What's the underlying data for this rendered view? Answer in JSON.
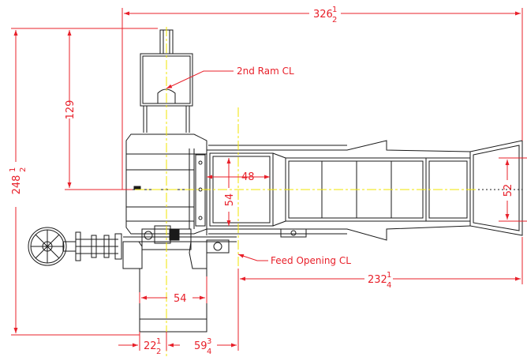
{
  "colors": {
    "dimension": "#e8202a",
    "centerline": "#f2e600",
    "geometry": "#1a1a1a",
    "background": "#ffffff"
  },
  "labels": {
    "ram_cl": "2nd Ram CL",
    "feed_cl": "Feed Opening CL"
  },
  "dims": {
    "overall_width": {
      "whole": "326",
      "num": "1",
      "den": "2"
    },
    "overall_height": {
      "whole": "248",
      "num": "1",
      "den": "2"
    },
    "ram_offset": "129",
    "opening_width": "48",
    "opening_depth": "54",
    "hopper_width": "52",
    "base_width": "54",
    "left_offset": {
      "whole": "22",
      "num": "1",
      "den": "2"
    },
    "ram_to_feed": {
      "whole": "59",
      "num": "3",
      "den": "4"
    },
    "feed_to_end": {
      "whole": "232",
      "num": "1",
      "den": "4"
    }
  }
}
